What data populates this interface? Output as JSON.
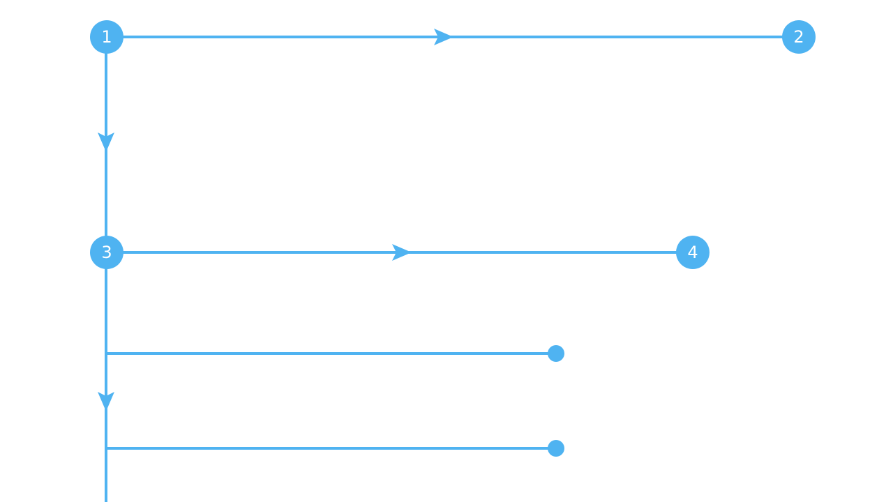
{
  "diagram": {
    "accent_color": "#4FB3F1",
    "background_color": "#FFFFFF",
    "nodes": [
      {
        "id": "n1",
        "label": "1"
      },
      {
        "id": "n2",
        "label": "2"
      },
      {
        "id": "n3",
        "label": "3"
      },
      {
        "id": "n4",
        "label": "4"
      }
    ],
    "edges": [
      {
        "from": "n1",
        "to": "n2",
        "arrow": "right"
      },
      {
        "from": "n1",
        "to": "n3",
        "arrow": "down"
      },
      {
        "from": "n3",
        "to": "n4",
        "arrow": "right"
      },
      {
        "from": "n3",
        "to": "off-page-bottom",
        "arrow": "down"
      }
    ],
    "branches": [
      {
        "id": "b1",
        "end": "dot"
      },
      {
        "id": "b2",
        "end": "dot"
      }
    ]
  }
}
